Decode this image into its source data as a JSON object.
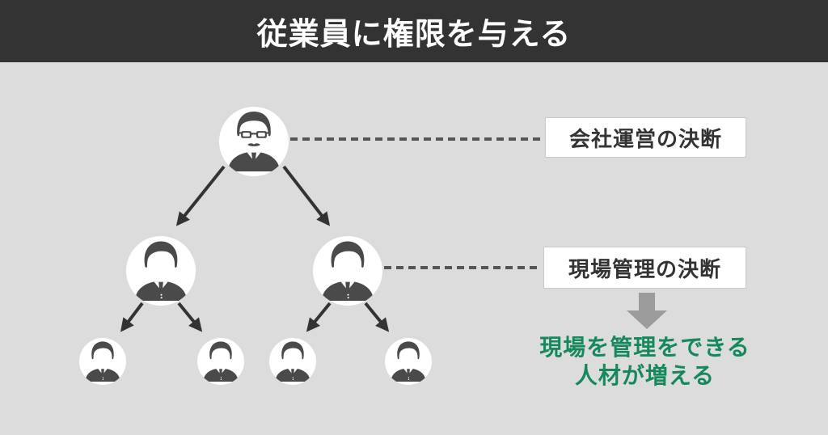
{
  "header": {
    "title": "従業員に権限を与える"
  },
  "org_chart": {
    "type": "hierarchy",
    "levels": [
      {
        "role": "president",
        "icon": "boss-icon",
        "count": 1
      },
      {
        "role": "manager",
        "icon": "manager-icon",
        "count": 2
      },
      {
        "role": "staff",
        "icon": "staff-icon",
        "count": 4
      }
    ]
  },
  "callouts": {
    "president_label": "会社運営の決断",
    "manager_label": "現場管理の決断"
  },
  "outcome": {
    "lines": [
      "現場を管理をできる",
      "人材が増える"
    ]
  },
  "colors": {
    "header-bg": "#333333",
    "header-text": "#ffffff",
    "body-bg": "#dcdcdc",
    "icon-dark": "#4a4a4b",
    "node-bg": "#ffffff",
    "label-box-bg": "#ffffff",
    "label-box-border": "#c9c9c9",
    "label-text": "#333333",
    "connector": "#333333",
    "dashed-line": "#555555",
    "block-arrow": "#9b9b9b",
    "outcome-green": "#15895c"
  }
}
